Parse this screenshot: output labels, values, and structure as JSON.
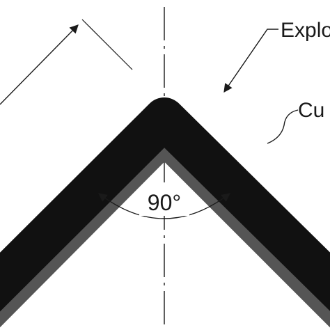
{
  "labels": {
    "explosive": "Explo",
    "copper": "Cu",
    "angle": "90°"
  },
  "colors": {
    "explosive_layer": "#111111",
    "copper_layer": "#555555",
    "line": "#1a1a1a",
    "background": "#ffffff"
  }
}
